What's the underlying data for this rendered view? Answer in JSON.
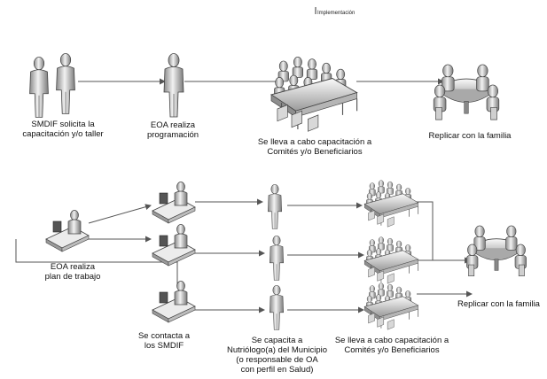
{
  "header": {
    "title": "Implementación"
  },
  "top_flow": {
    "solicita": [
      "SMDIF solicita la",
      "capacitación y/o taller"
    ],
    "programacion": [
      "EOA realiza",
      "programación"
    ],
    "capacitacion": [
      "Se lleva a cabo capacitación a",
      "Comités y/o Beneficiarios"
    ],
    "replicar": [
      "Replicar con la familia"
    ]
  },
  "bottom_flow": {
    "plan": [
      "EOA realiza",
      "plan de trabajo"
    ],
    "contacta": [
      "Se contacta a",
      "los SMDIF"
    ],
    "nutriologo": [
      "Se capacita a",
      "Nutriólogo(a) del Municipio",
      "(o responsable de OA",
      "con perfil en Salud)"
    ],
    "capacitacion": [
      "Se lleva a cabo capacitación a",
      "Comités y/o Beneficiarios"
    ],
    "replicar": [
      "Replicar con la familia"
    ]
  }
}
